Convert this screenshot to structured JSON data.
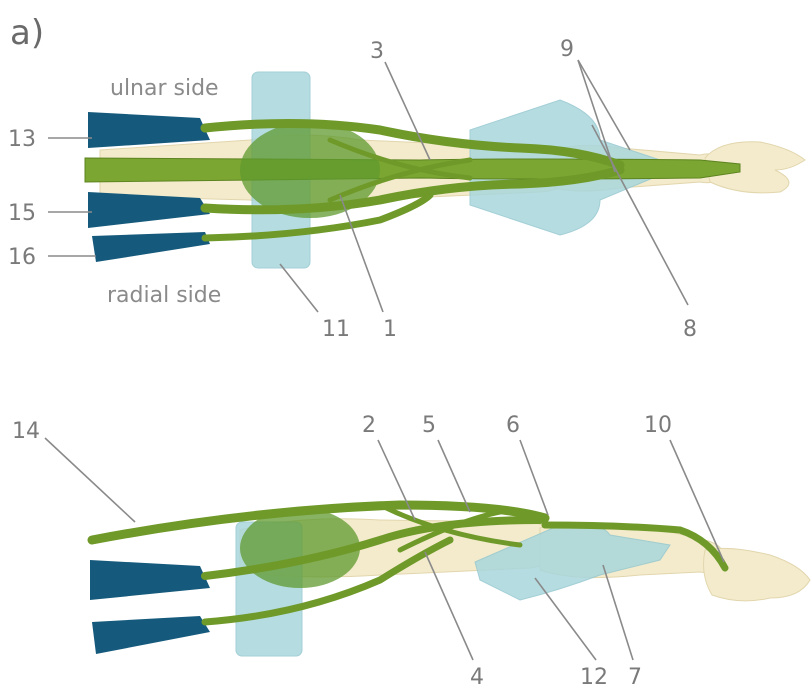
{
  "panel_label": "a)",
  "sides": {
    "ulnar": "ulnar side",
    "radial": "radial side"
  },
  "top_labels": {
    "l3": "3",
    "l9": "9",
    "l13": "13",
    "l15": "15",
    "l16": "16",
    "l11": "11",
    "l1": "1",
    "l8": "8"
  },
  "bottom_labels": {
    "l14": "14",
    "l2": "2",
    "l5": "5",
    "l6": "6",
    "l10": "10",
    "l4": "4",
    "l12": "12",
    "l7": "7"
  },
  "colors": {
    "bone": "#f3ebcc",
    "ligament": "#a9d6dc",
    "tendon": "#7ba632",
    "muscle": "#155a7c"
  }
}
